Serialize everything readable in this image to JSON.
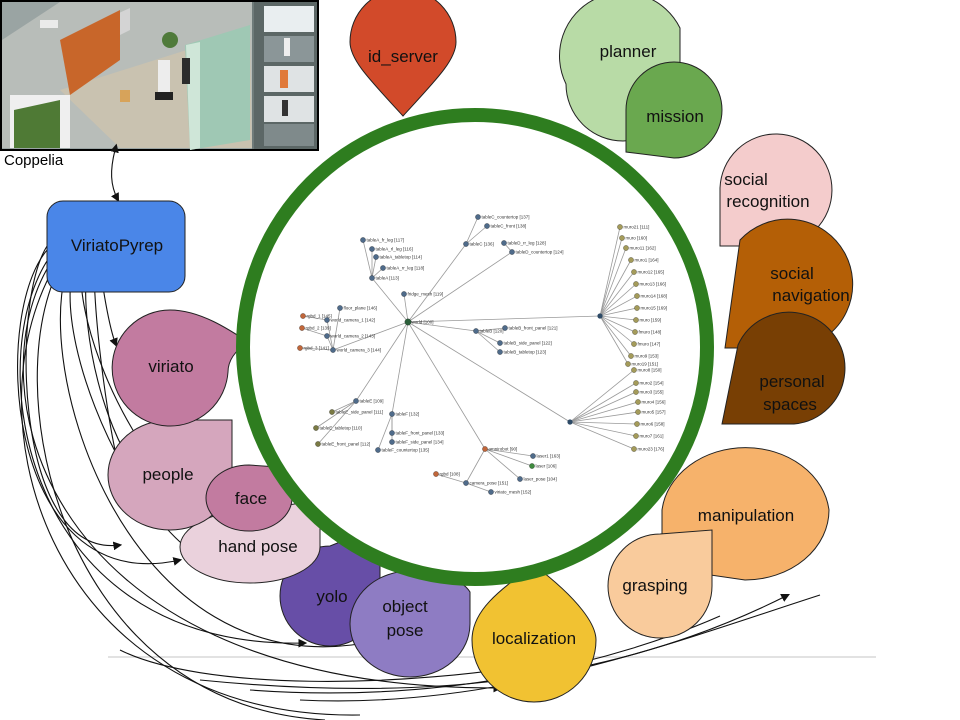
{
  "simulator": {
    "caption": "Coppelia"
  },
  "bridge": {
    "label": "ViriatoPyrep"
  },
  "components": {
    "id_server": "id_server",
    "planner": "planner",
    "mission": "mission",
    "social_recognition": [
      "social",
      "recognition"
    ],
    "social_navigation": [
      "social",
      "navigation"
    ],
    "personal_spaces": [
      "personal",
      "spaces"
    ],
    "manipulation": "manipulation",
    "grasping": "grasping",
    "localization": "localization",
    "object_pose": [
      "object",
      "pose"
    ],
    "yolo": "yolo",
    "hand_pose": "hand pose",
    "face": "face",
    "people": "people",
    "viriato": "viriato"
  },
  "graph_nodes": {
    "center": "world [100]",
    "n1": "tableA_fr_leg [117]",
    "n2": "tableA_rl_leg [116]",
    "n3": "tableA_tabletop [114]",
    "n4": "tableA_rr_leg [118]",
    "n5": "tableA [113]",
    "n6": "tableC_countertop [137]",
    "n7": "tableC_front [138]",
    "n8": "tableC [136]",
    "n9": "tableD_rr_leg [128]",
    "n10": "tableD_countertop [124]",
    "n11": "fridge_mesh [119]",
    "n12": "floor_plane [146]",
    "n13": "world_camera_1 [142]",
    "n14": "world_camera_2 [143]",
    "n15": "world_camera_3 [144]",
    "n16": "rgbd_1 [145]",
    "n17": "rgbd_2 [139]",
    "n18": "rgbd_3 [141]",
    "n19": "tableB_front_panel [121]",
    "n20": "tableB_side_panel [122]",
    "n21": "tableB_tabletop [123]",
    "n22": "tableB [120]",
    "n23": "tableE [109]",
    "n24": "tableE_side_panel [111]",
    "n25": "tableE_tabletop [110]",
    "n26": "tableE_front_panel [112]",
    "n27": "tableF [132]",
    "n28": "tableF_front_panel [133]",
    "n29": "tableF_side_panel [134]",
    "n30": "tableF_countertop [135]",
    "n31": "omnirobot [90]",
    "n32": "laser1 [163]",
    "n33": "laser [106]",
    "n34": "laser_pose [104]",
    "n35": "camera_pose [151]",
    "n36": "viriato_mesh [152]",
    "n37": "rgbd [108]",
    "n38": "muro21 [111]",
    "n39": "muro [160]",
    "n40": "muro11 [162]",
    "n41": "muro1 [164]",
    "n42": "muro12 [165]",
    "n43": "muro13 [166]",
    "n44": "muro14 [168]",
    "n45": "muro15 [169]",
    "n46": "muro [159]",
    "n47": "fmuro [148]",
    "n48": "fmuro [147]",
    "n49": "muro9 [153]",
    "n50": "muro2 [154]",
    "n51": "muro3 [155]",
    "n52": "muro4 [156]",
    "n53": "muro5 [157]",
    "n54": "muro6 [158]",
    "n55": "muro7 [161]",
    "n56": "muro23 [176]",
    "n57": "muro8 [150]",
    "n58": "muro19 [151]"
  },
  "colors": {
    "ring": "#2e7d1f",
    "bridge": "#4a86e8",
    "id_server": "#d24a2a",
    "planner": "#b8dba6",
    "mission": "#6aa84f",
    "social_recognition": "#f4cccc",
    "social_navigation": "#b45f06",
    "personal_spaces": "#783f04",
    "manipulation": "#f6b26b",
    "grasping": "#f9cb9c",
    "localization": "#f1c232",
    "object_pose": "#8e7cc3",
    "yolo": "#674ea7",
    "hand_pose": "#ead1dc",
    "face": "#c27ba0",
    "people": "#d5a6bd",
    "viriato": "#c27ba0"
  }
}
